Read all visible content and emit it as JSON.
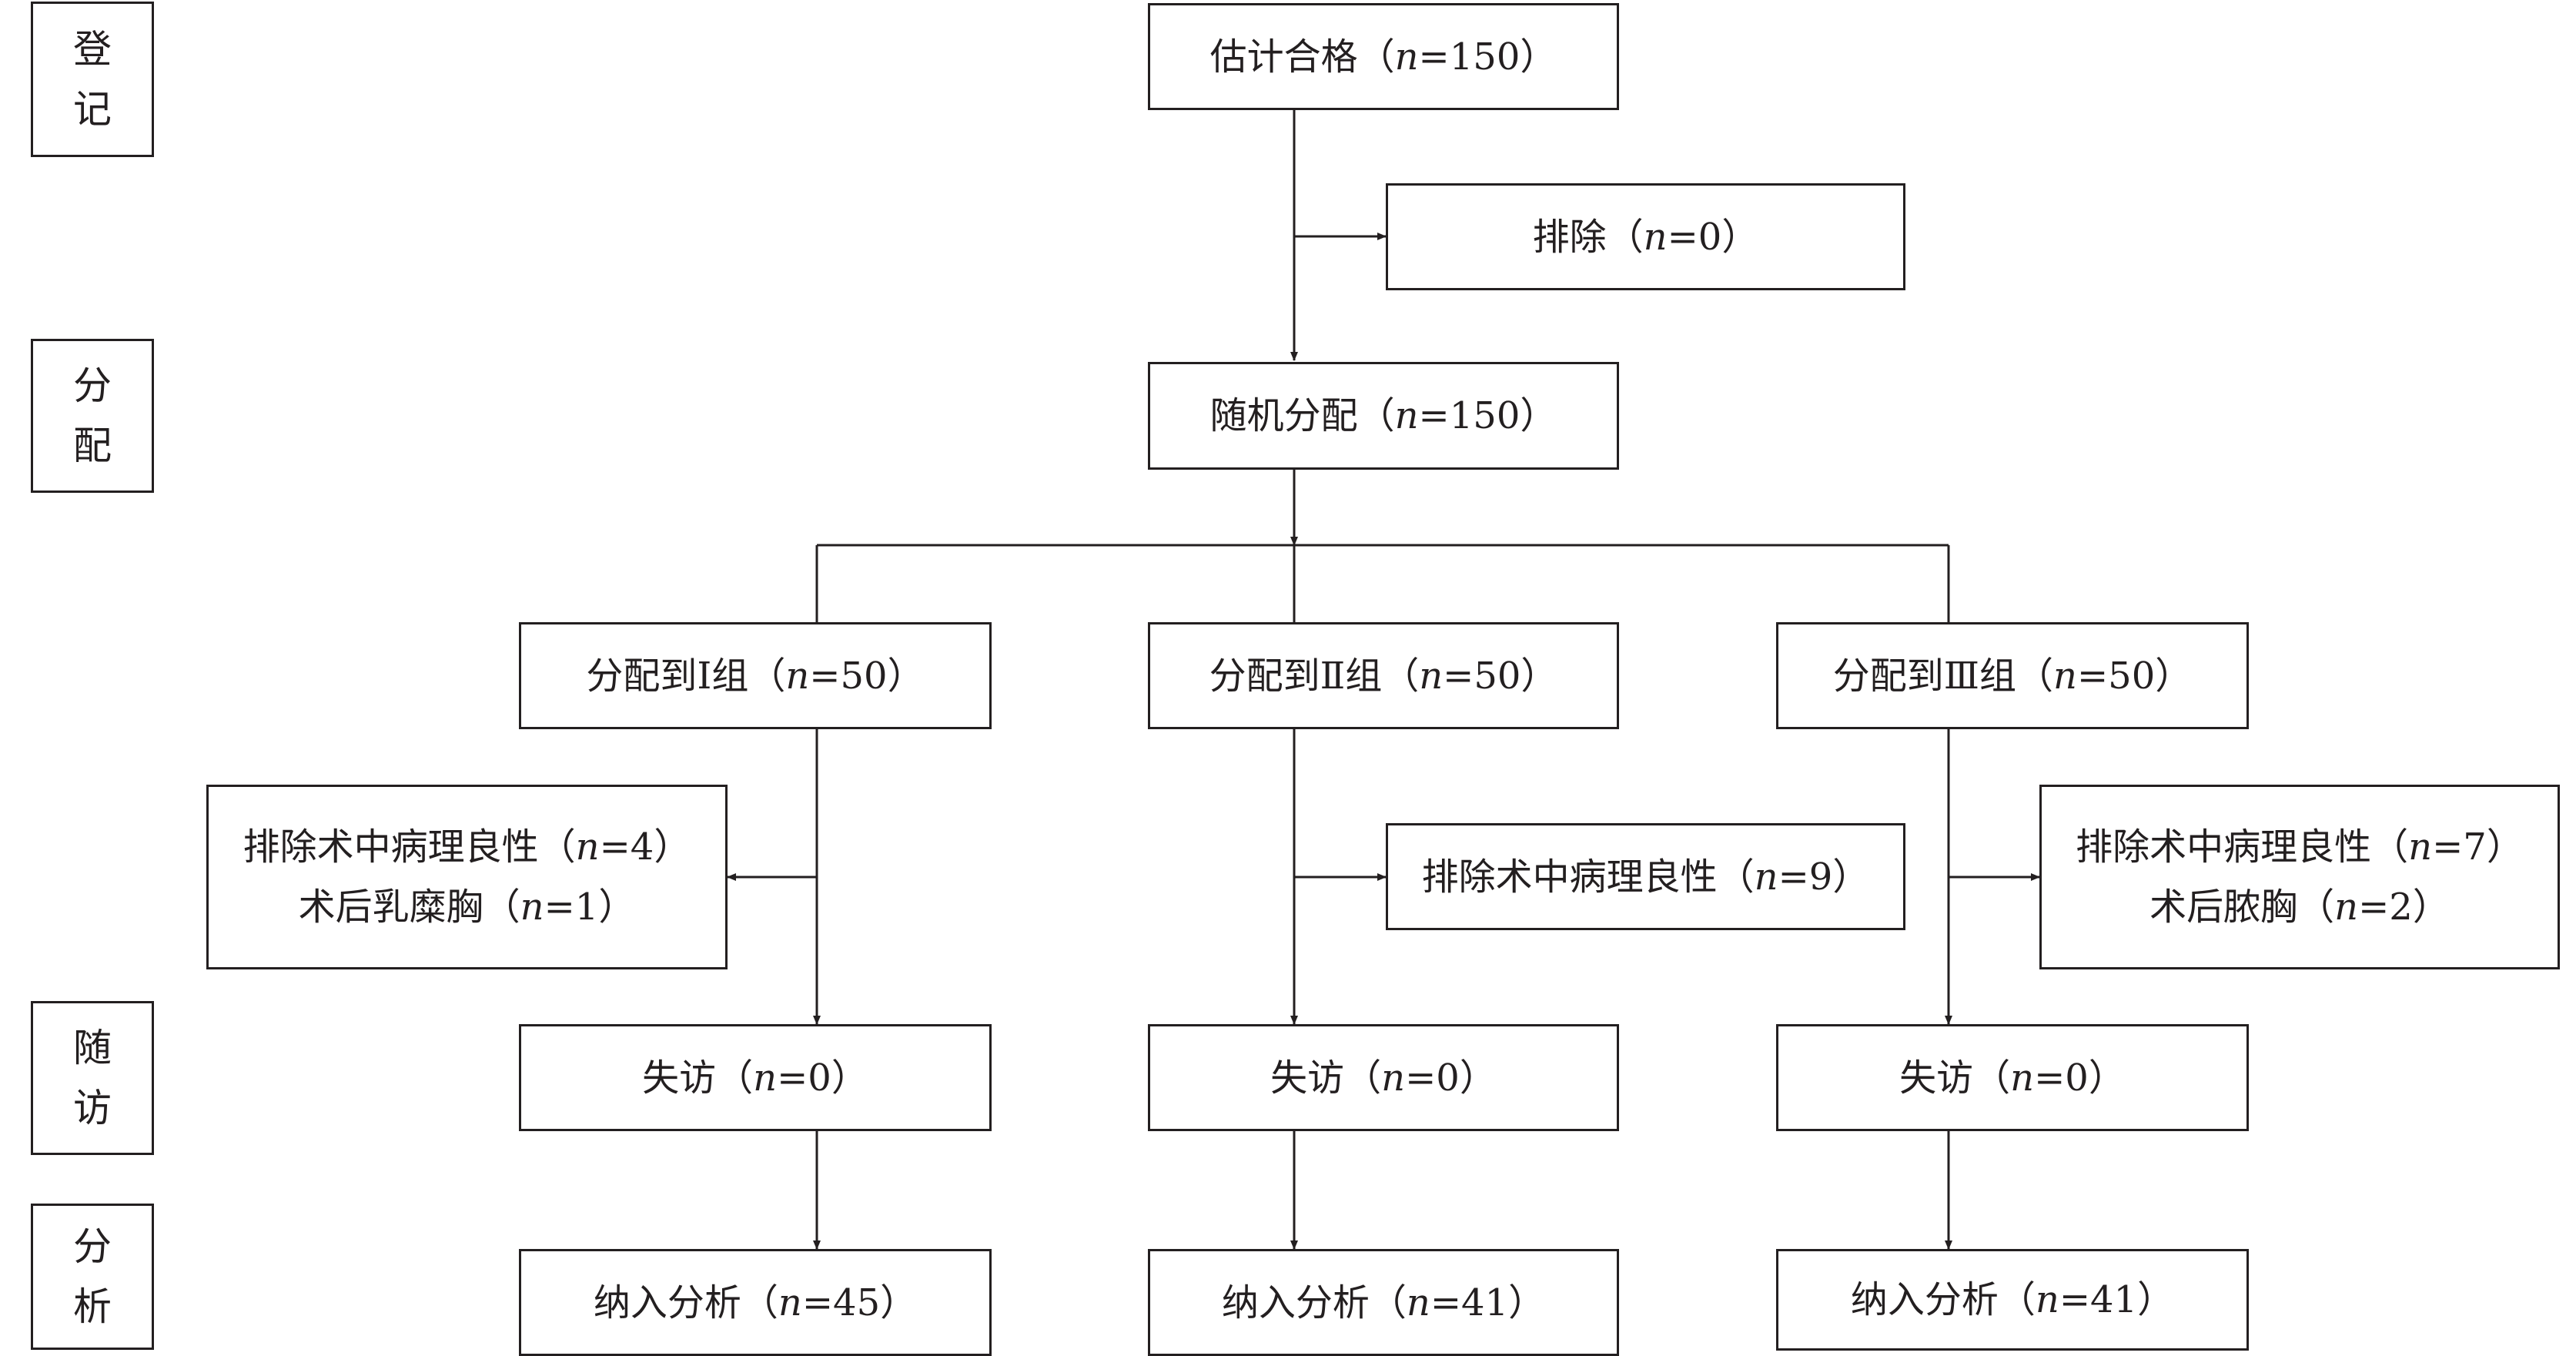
{
  "stages": {
    "enrollment": [
      "登",
      "记"
    ],
    "allocation": [
      "分",
      "配"
    ],
    "followup": [
      "随",
      "访"
    ],
    "analysis": [
      "分",
      "析"
    ]
  },
  "flow": {
    "eligible": {
      "pre": "估计合格（",
      "n": "n",
      "post": "=150）"
    },
    "excluded": {
      "pre": "排除（",
      "n": "n",
      "post": "=0）"
    },
    "randomized": {
      "pre": "随机分配（",
      "n": "n",
      "post": "=150）"
    }
  },
  "groups": [
    {
      "allocated": {
        "pre": "分配到Ⅰ组（",
        "n": "n",
        "post": "=50）"
      },
      "excluded_lines": [
        {
          "pre": "排除术中病理良性（",
          "n": "n",
          "post": "=4）"
        },
        {
          "pre": "术后乳糜胸（",
          "n": "n",
          "post": "=1）"
        }
      ],
      "lost": {
        "pre": "失访（",
        "n": "n",
        "post": "=0）"
      },
      "analyzed": {
        "pre": "纳入分析（",
        "n": "n",
        "post": "=45）"
      }
    },
    {
      "allocated": {
        "pre": "分配到Ⅱ组（",
        "n": "n",
        "post": "=50）"
      },
      "excluded_lines": [
        {
          "pre": "排除术中病理良性（",
          "n": "n",
          "post": "=9）"
        }
      ],
      "lost": {
        "pre": "失访（",
        "n": "n",
        "post": "=0）"
      },
      "analyzed": {
        "pre": "纳入分析（",
        "n": "n",
        "post": "=41）"
      }
    },
    {
      "allocated": {
        "pre": "分配到Ⅲ组（",
        "n": "n",
        "post": "=50）"
      },
      "excluded_lines": [
        {
          "pre": "排除术中病理良性（",
          "n": "n",
          "post": "=7）"
        },
        {
          "pre": "术后脓胸（",
          "n": "n",
          "post": "=2）"
        }
      ],
      "lost": {
        "pre": "失访（",
        "n": "n",
        "post": "=0）"
      },
      "analyzed": {
        "pre": "纳入分析（",
        "n": "n",
        "post": "=41）"
      }
    }
  ]
}
